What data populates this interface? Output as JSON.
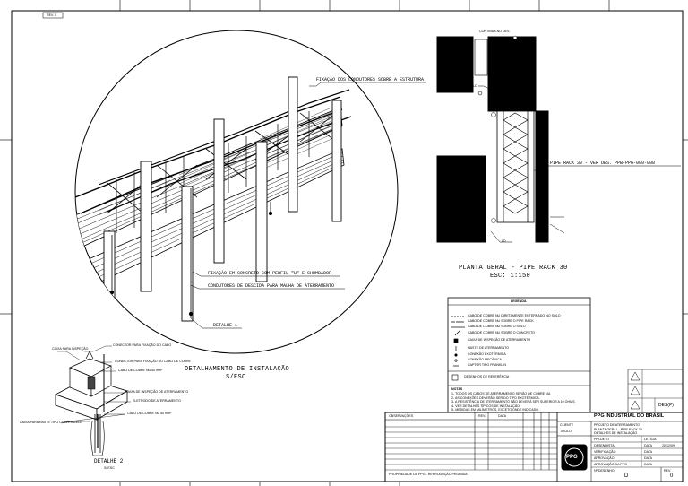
{
  "corner_note": "REV. 0",
  "main_detail": {
    "callouts": {
      "fixation_top": "FIXAÇÃO DOS CONDUTORES SOBRE A ESTRUTURA",
      "fixation_concrete": "FIXAÇÃO EM CONCRETO COM PERFIL \"U\" E CHUMBADOR",
      "down_conductors": "CONDUTORES DE DESCIDA PARA MALHA DE ATERRAMENTO",
      "detail_ref": "DETALHE 1"
    },
    "title": "DETALHAMENTO DE INSTALAÇÃO",
    "scale": "S/ESC"
  },
  "detail2": {
    "labels": {
      "a": "CAIXA PARA INSPEÇÃO",
      "b": "CONECTOR PARA FIXAÇÃO DO CABO",
      "c": "CONECTOR PARA FIXAÇÃO DO CABO DE COBRE",
      "d": "CABO DE COBRE NU 50 mm²",
      "e": "CAIXA DE INSPEÇÃO DE ATERRAMENTO",
      "f": "ELETRODO DE ATERRAMENTO",
      "g": "CABO DE COBRE NU 50 mm²",
      "h": "CAIXA PARA HASTE TIPO COPPERWELD"
    },
    "title": "DETALHE 2",
    "scale": "S/ ESC"
  },
  "plan": {
    "top_label": "CONTINUA NO DES.",
    "pipe_rack_label": "PIPE RACK 30 - VER DES. PPB-PPG-000-008",
    "tag_a": "LD",
    "tag_b": "LD",
    "title": "PLANTA GERAL - PIPE RACK 30",
    "scale": "ESC: 1:150"
  },
  "legend": {
    "header": "LEGENDA",
    "items": [
      "CABO DE COBRE NU DIRETAMENTE ENTERRADO NO SOLO",
      "CABO DE COBRE NU SOBRE O PIPE RACK",
      "CABO DE COBRE NU SOBRE O SOLO",
      "CABO DE COBRE NU SOBRE O CONCRETO",
      "CAIXA DE INSPEÇÃO DE ATERRAMENTO",
      "HASTE DE ATERRAMENTO",
      "CONEXÃO EXOTÉRMICA",
      "CONEXÃO MECÂNICA",
      "CAPTOR TIPO FRANKLIN"
    ],
    "note_header": "NOTAS",
    "notes": [
      "1- TODOS OS CABOS DE ATERRAMENTO SERÃO DE COBRE NU.",
      "2- AS CONEXÕES DEVERÃO SER DO TIPO EXOTÉRMICA.",
      "3- A RESISTÊNCIA DE ATERRAMENTO NÃO DEVERÁ SER SUPERIOR A 10 OHMS.",
      "4- VER DETALHES TÍPICOS DE INSTALAÇÃO.",
      "5- MEDIDAS EM MILÍMETROS, EXCETO ONDE INDICADO."
    ],
    "ref_label": "DESENHOS DE REFERÊNCIA"
  },
  "title_block": {
    "remarks_header": "OBSERVAÇÕES",
    "rev_header": "REV.",
    "date_header": "DATA",
    "company": "PPG INDUSTRIAL DO BRASIL",
    "client_label": "CLIENTE",
    "title_label": "TÍTULO",
    "title_lines": [
      "PROJETO DE ATERRAMENTO",
      "PLANTA GERAL - PIPE RACK 30",
      "DETALHES DE INSTALAÇÃO"
    ],
    "rows": [
      {
        "label": "PROJETO",
        "value": "LETÍCIA",
        "date": ""
      },
      {
        "label": "DESENHISTA",
        "value": "DATA",
        "date": "20/12/09"
      },
      {
        "label": "VERIFICAÇÃO",
        "value": "DATA",
        "date": ""
      },
      {
        "label": "APROVAÇÃO",
        "value": "DATA",
        "date": ""
      },
      {
        "label": "APROVAÇÃO DA PPG",
        "value": "DATA",
        "date": ""
      }
    ],
    "dwg_label": "Nº DESENHO",
    "dwg_value": "D",
    "rev_label": "REV.",
    "rev_value": "0",
    "format_label": "DES(P)",
    "logo_text": "PPG",
    "bottom_note": "PROPRIEDADE DA PPG - REPRODUÇÃO PROIBIDA"
  }
}
